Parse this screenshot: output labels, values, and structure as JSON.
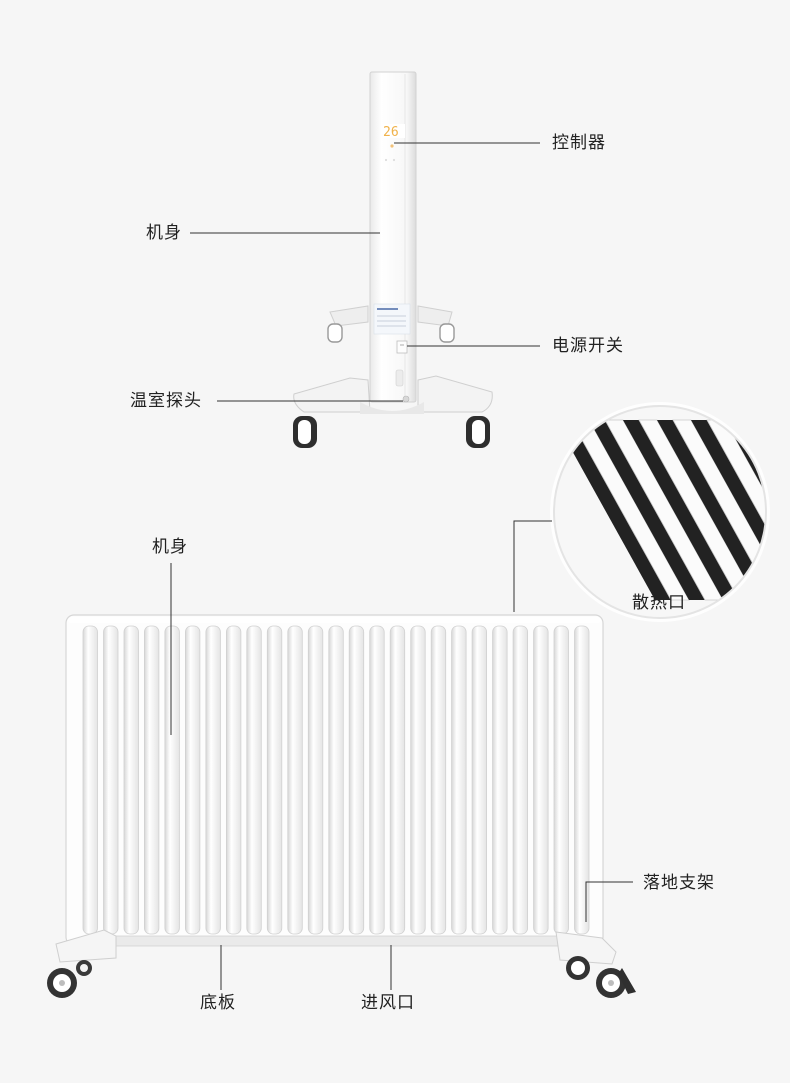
{
  "top_view": {
    "display_reading": "26",
    "labels": {
      "controller": "控制器",
      "body": "机身",
      "power_switch": "电源开关",
      "temp_probe": "温室探头"
    }
  },
  "front_view": {
    "labels": {
      "body": "机身",
      "heat_vent": "散热口",
      "floor_stand": "落地支架",
      "base_plate": "底板",
      "air_inlet": "进风口"
    }
  }
}
